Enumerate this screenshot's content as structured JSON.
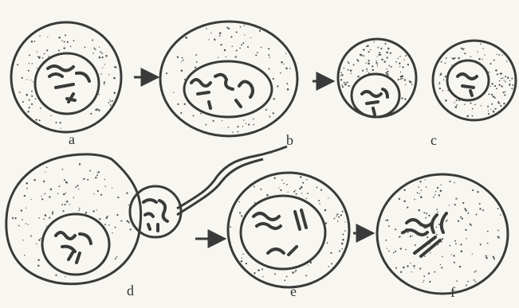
{
  "labels": {
    "a": "a",
    "b": "b",
    "c": "c",
    "d": "d",
    "e": "e",
    "f": "f"
  },
  "colors": {
    "ink": "#3a3a3a",
    "background": "#f7f6f1"
  }
}
